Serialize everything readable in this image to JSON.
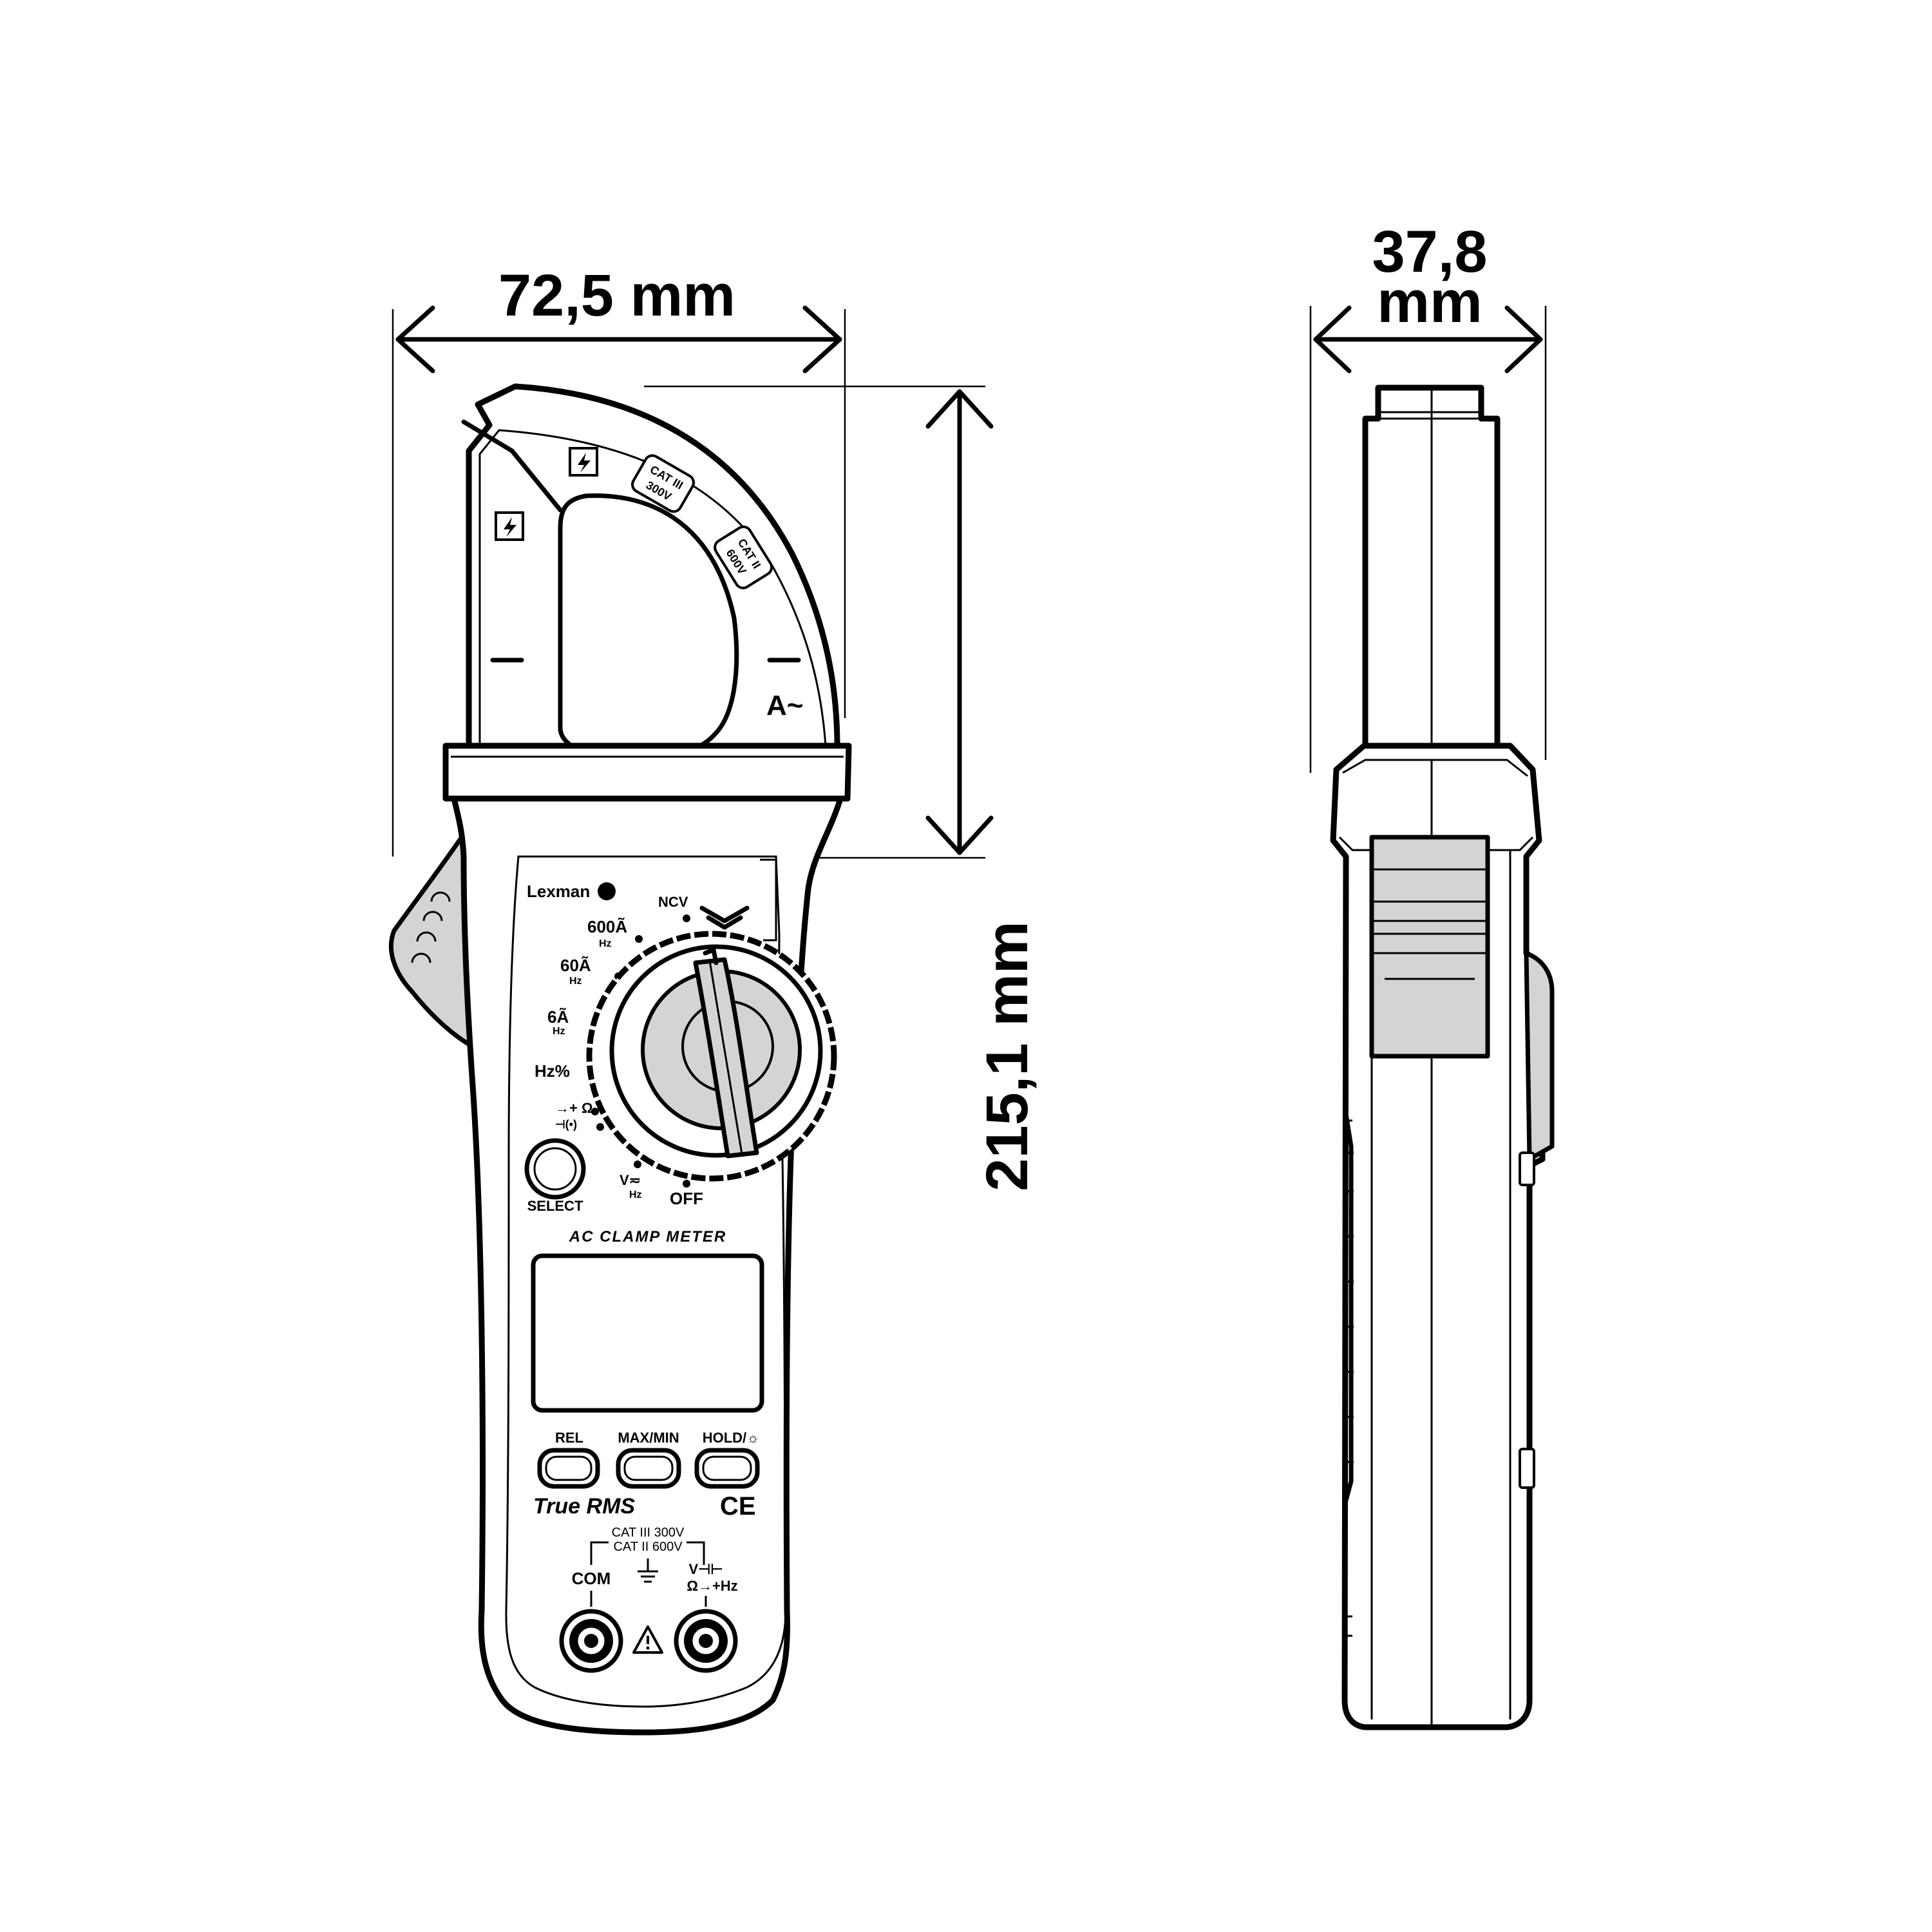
{
  "dimensions": {
    "front_width": "72,5 mm",
    "height": "215,1 mm",
    "side_depth_value": "37,8",
    "side_depth_unit": "mm"
  },
  "device": {
    "brand": "Lexman",
    "model_label": "AC CLAMP METER",
    "jaw_label_upper": [
      "CAT III",
      "300V"
    ],
    "jaw_label_lower": [
      "CAT II",
      "600V"
    ],
    "jaw_marking": "A~",
    "dial": {
      "positions": [
        "NCV",
        "600Ã",
        "60Ã",
        "6Ã",
        "Hz%",
        "→+ Ω",
        "⊣(•)",
        "V≂",
        "OFF"
      ],
      "hz_sub": "Hz"
    },
    "select_button": "SELECT",
    "buttons": [
      "REL",
      "MAX/MIN",
      "HOLD/☼"
    ],
    "true_rms": "True RMS",
    "ce_mark": "CE",
    "input_rating": [
      "CAT III 300V",
      "CAT II 600V"
    ],
    "terminals": {
      "com": "COM",
      "input_top": "V⊣⊢",
      "input_bottom": "Ω→+Hz"
    }
  },
  "colors": {
    "outline": "#000000",
    "grip": "#d4d4d4",
    "background": "#ffffff"
  },
  "icons": [
    "lightning-warning-icon",
    "warning-triangle-icon",
    "ground-icon",
    "ncv-wave-icon",
    "backlight-icon"
  ]
}
